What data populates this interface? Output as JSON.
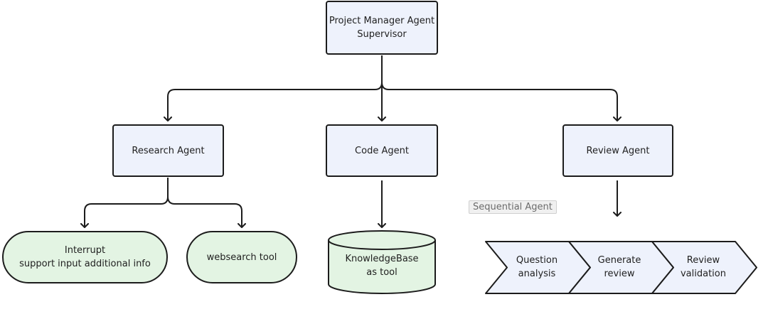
{
  "supervisor": {
    "label": "Project Manager Agent\nSupervisor"
  },
  "agents": {
    "research": {
      "label": "Research Agent"
    },
    "code": {
      "label": "Code Agent"
    },
    "review": {
      "label": "Review Agent"
    }
  },
  "tools": {
    "interrupt": {
      "label": "Interrupt\nsupport input additional info"
    },
    "websearch": {
      "label": "websearch tool"
    },
    "knowledgebase": {
      "label": "KnowledgeBase\nas tool"
    }
  },
  "sequential_group": {
    "label": "Sequential Agent",
    "steps": [
      {
        "label": "Question\nanalysis"
      },
      {
        "label": "Generate\nreview"
      },
      {
        "label": "Review\nvalidation"
      }
    ]
  },
  "colors": {
    "agent_fill": "#eef2fc",
    "tool_fill": "#e3f4e3",
    "step_fill": "#eef2fc",
    "stroke": "#1c1c1c",
    "group_fill": "#f5f6f7"
  }
}
